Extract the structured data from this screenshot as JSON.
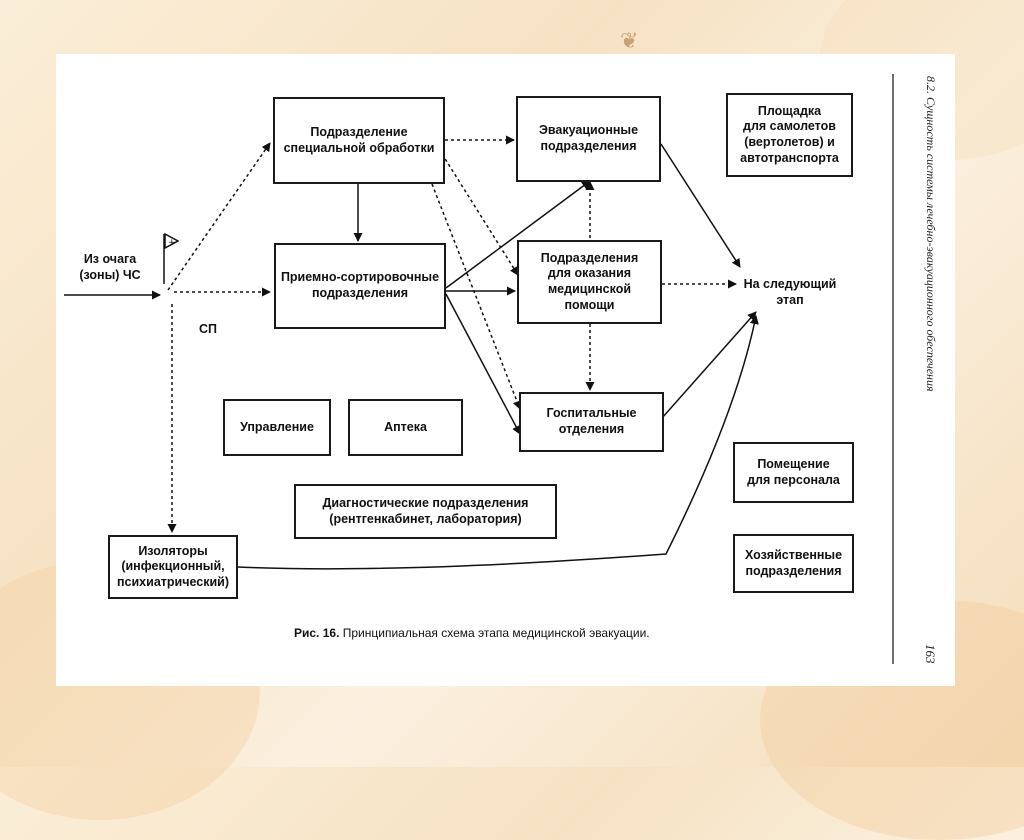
{
  "diagram": {
    "source_label": "Из очага\n(зоны) ЧС",
    "sp_label": "СП",
    "next_stage_label": "На следующий\nэтап",
    "boxes": {
      "special_treatment": "Подразделение\nспециальной обработки",
      "evacuation": "Эвакуационные\nподразделения",
      "aircraft_site": "Площадка\nдля самолетов\n(вертолетов) и\nавтотранспорта",
      "reception_sorting": "Приемно-сортировочные\nподразделения",
      "medical_aid": "Подразделения\nдля оказания\nмедицинской\nпомощи",
      "management": "Управление",
      "pharmacy": "Аптека",
      "hospital": "Госпитальные\nотделения",
      "staff_room": "Помещение\nдля персонала",
      "diagnostic": "Диагностические подразделения\n(рентгенкабинет, лаборатория)",
      "isolators": "Изоляторы\n(инфекционный,\nпсихиатрический)",
      "household": "Хозяйственные\nподразделения"
    },
    "caption_bold": "Рис. 16.",
    "caption_text": " Принципиальная схема этапа медицинской эвакуации.",
    "side_header": "8.2. Сущность системы лечебно-эвакуационного обеспечения",
    "page_number": "163"
  }
}
